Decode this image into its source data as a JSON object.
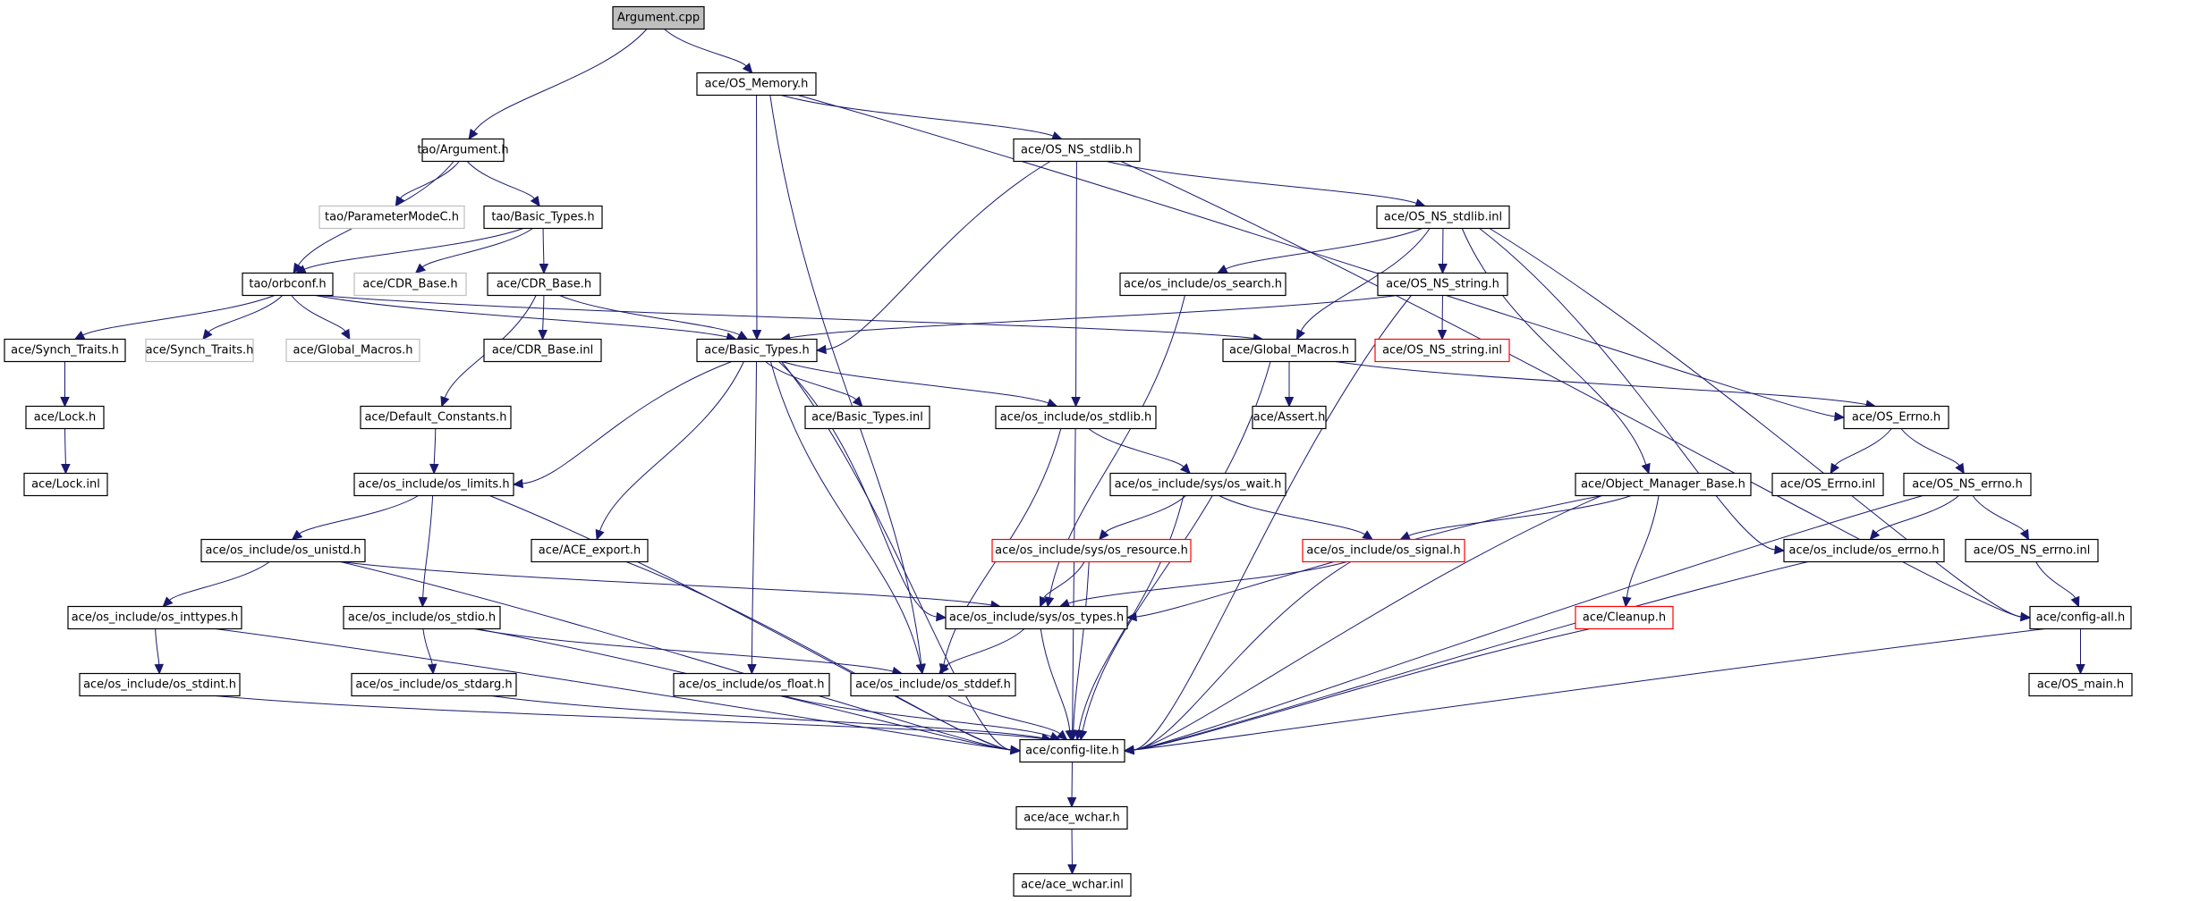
{
  "title": "Include dependency graph for Argument.cpp",
  "colors": {
    "edge": "#191970",
    "root_fill": "#bfbfbf",
    "border_default": "#000000",
    "border_external": "#bfbfbf",
    "border_missing": "#ff0000"
  },
  "nodes": [
    {
      "id": "argument_cpp",
      "label": "Argument.cpp",
      "kind": "root"
    },
    {
      "id": "os_memory_h",
      "label": "ace/OS_Memory.h",
      "kind": "normal"
    },
    {
      "id": "tao_argument_h",
      "label": "tao/Argument.h",
      "kind": "normal"
    },
    {
      "id": "os_ns_stdlib_h",
      "label": "ace/OS_NS_stdlib.h",
      "kind": "normal"
    },
    {
      "id": "tao_parametermodec_h",
      "label": "tao/ParameterModeC.h",
      "kind": "external"
    },
    {
      "id": "tao_basic_types_h",
      "label": "tao/Basic_Types.h",
      "kind": "normal"
    },
    {
      "id": "os_ns_stdlib_inl",
      "label": "ace/OS_NS_stdlib.inl",
      "kind": "normal"
    },
    {
      "id": "tao_orbconf_h",
      "label": "tao/orbconf.h",
      "kind": "normal"
    },
    {
      "id": "ace_cdr_base_h_ext",
      "label": "ace/CDR_Base.h",
      "kind": "external"
    },
    {
      "id": "ace_cdr_base_h",
      "label": "ace/CDR_Base.h",
      "kind": "normal"
    },
    {
      "id": "os_search_h",
      "label": "ace/os_include/os_search.h",
      "kind": "normal"
    },
    {
      "id": "os_ns_string_h",
      "label": "ace/OS_NS_string.h",
      "kind": "normal"
    },
    {
      "id": "synch_traits_h",
      "label": "ace/Synch_Traits.h",
      "kind": "normal"
    },
    {
      "id": "synch_traits_h_ext",
      "label": "ace/Synch_Traits.h",
      "kind": "external"
    },
    {
      "id": "global_macros_h_ext",
      "label": "ace/Global_Macros.h",
      "kind": "external"
    },
    {
      "id": "cdr_base_inl",
      "label": "ace/CDR_Base.inl",
      "kind": "normal"
    },
    {
      "id": "basic_types_h",
      "label": "ace/Basic_Types.h",
      "kind": "normal"
    },
    {
      "id": "global_macros_h",
      "label": "ace/Global_Macros.h",
      "kind": "normal"
    },
    {
      "id": "os_ns_string_inl",
      "label": "ace/OS_NS_string.inl",
      "kind": "missing"
    },
    {
      "id": "lock_h",
      "label": "ace/Lock.h",
      "kind": "normal"
    },
    {
      "id": "default_constants_h",
      "label": "ace/Default_Constants.h",
      "kind": "normal"
    },
    {
      "id": "basic_types_inl",
      "label": "ace/Basic_Types.inl",
      "kind": "normal"
    },
    {
      "id": "os_stdlib_h",
      "label": "ace/os_include/os_stdlib.h",
      "kind": "normal"
    },
    {
      "id": "assert_h",
      "label": "ace/Assert.h",
      "kind": "normal"
    },
    {
      "id": "os_errno_h_cap",
      "label": "ace/OS_Errno.h",
      "kind": "normal"
    },
    {
      "id": "lock_inl",
      "label": "ace/Lock.inl",
      "kind": "normal"
    },
    {
      "id": "os_limits_h",
      "label": "ace/os_include/os_limits.h",
      "kind": "normal"
    },
    {
      "id": "os_wait_h",
      "label": "ace/os_include/sys/os_wait.h",
      "kind": "normal"
    },
    {
      "id": "object_manager_base_h",
      "label": "ace/Object_Manager_Base.h",
      "kind": "normal"
    },
    {
      "id": "os_errno_inl",
      "label": "ace/OS_Errno.inl",
      "kind": "normal"
    },
    {
      "id": "os_ns_errno_h",
      "label": "ace/OS_NS_errno.h",
      "kind": "normal"
    },
    {
      "id": "os_unistd_h",
      "label": "ace/os_include/os_unistd.h",
      "kind": "normal"
    },
    {
      "id": "ace_export_h",
      "label": "ace/ACE_export.h",
      "kind": "normal"
    },
    {
      "id": "os_resource_h",
      "label": "ace/os_include/sys/os_resource.h",
      "kind": "missing"
    },
    {
      "id": "os_signal_h",
      "label": "ace/os_include/os_signal.h",
      "kind": "missing"
    },
    {
      "id": "os_errno_h",
      "label": "ace/os_include/os_errno.h",
      "kind": "normal"
    },
    {
      "id": "os_ns_errno_inl",
      "label": "ace/OS_NS_errno.inl",
      "kind": "normal"
    },
    {
      "id": "os_inttypes_h",
      "label": "ace/os_include/os_inttypes.h",
      "kind": "normal"
    },
    {
      "id": "os_stdio_h",
      "label": "ace/os_include/os_stdio.h",
      "kind": "normal"
    },
    {
      "id": "os_types_h",
      "label": "ace/os_include/sys/os_types.h",
      "kind": "normal"
    },
    {
      "id": "cleanup_h",
      "label": "ace/Cleanup.h",
      "kind": "missing"
    },
    {
      "id": "config_all_h",
      "label": "ace/config-all.h",
      "kind": "normal"
    },
    {
      "id": "os_stdint_h",
      "label": "ace/os_include/os_stdint.h",
      "kind": "normal"
    },
    {
      "id": "os_stdarg_h",
      "label": "ace/os_include/os_stdarg.h",
      "kind": "normal"
    },
    {
      "id": "os_float_h",
      "label": "ace/os_include/os_float.h",
      "kind": "normal"
    },
    {
      "id": "os_stddef_h",
      "label": "ace/os_include/os_stddef.h",
      "kind": "normal"
    },
    {
      "id": "os_main_h",
      "label": "ace/OS_main.h",
      "kind": "normal"
    },
    {
      "id": "config_lite_h",
      "label": "ace/config-lite.h",
      "kind": "normal"
    },
    {
      "id": "ace_wchar_h",
      "label": "ace/ace_wchar.h",
      "kind": "normal"
    },
    {
      "id": "ace_wchar_inl",
      "label": "ace/ace_wchar.inl",
      "kind": "normal"
    }
  ],
  "edges": [
    [
      "argument_cpp",
      "tao_argument_h"
    ],
    [
      "argument_cpp",
      "os_memory_h"
    ],
    [
      "os_memory_h",
      "os_ns_stdlib_h"
    ],
    [
      "os_memory_h",
      "basic_types_h"
    ],
    [
      "os_memory_h",
      "os_stddef_h"
    ],
    [
      "os_memory_h",
      "os_errno_h_cap"
    ],
    [
      "tao_argument_h",
      "tao_parametermodec_h"
    ],
    [
      "tao_argument_h",
      "tao_basic_types_h"
    ],
    [
      "tao_argument_h",
      "tao_orbconf_h"
    ],
    [
      "tao_basic_types_h",
      "tao_orbconf_h"
    ],
    [
      "tao_basic_types_h",
      "ace_cdr_base_h_ext"
    ],
    [
      "tao_basic_types_h",
      "ace_cdr_base_h"
    ],
    [
      "tao_orbconf_h",
      "synch_traits_h"
    ],
    [
      "tao_orbconf_h",
      "synch_traits_h_ext"
    ],
    [
      "tao_orbconf_h",
      "global_macros_h_ext"
    ],
    [
      "tao_orbconf_h",
      "basic_types_h"
    ],
    [
      "tao_orbconf_h",
      "global_macros_h"
    ],
    [
      "ace_cdr_base_h",
      "cdr_base_inl"
    ],
    [
      "ace_cdr_base_h",
      "basic_types_h"
    ],
    [
      "ace_cdr_base_h",
      "default_constants_h"
    ],
    [
      "synch_traits_h",
      "lock_h"
    ],
    [
      "lock_h",
      "lock_inl"
    ],
    [
      "default_constants_h",
      "os_limits_h"
    ],
    [
      "os_ns_stdlib_h",
      "os_ns_stdlib_inl"
    ],
    [
      "os_ns_stdlib_h",
      "basic_types_h"
    ],
    [
      "os_ns_stdlib_h",
      "os_stdlib_h"
    ],
    [
      "os_ns_stdlib_h",
      "config_all_h"
    ],
    [
      "os_ns_stdlib_inl",
      "os_search_h"
    ],
    [
      "os_ns_stdlib_inl",
      "os_ns_string_h"
    ],
    [
      "os_ns_stdlib_inl",
      "global_macros_h"
    ],
    [
      "os_ns_stdlib_inl",
      "object_manager_base_h"
    ],
    [
      "os_ns_stdlib_inl",
      "os_errno_h"
    ],
    [
      "os_ns_stdlib_inl",
      "config_all_h"
    ],
    [
      "os_ns_string_h",
      "os_ns_string_inl"
    ],
    [
      "os_ns_string_h",
      "basic_types_h"
    ],
    [
      "os_ns_string_h",
      "config_lite_h"
    ],
    [
      "os_search_h",
      "os_types_h"
    ],
    [
      "global_macros_h",
      "assert_h"
    ],
    [
      "global_macros_h",
      "os_errno_h_cap"
    ],
    [
      "global_macros_h",
      "config_lite_h"
    ],
    [
      "basic_types_h",
      "basic_types_inl"
    ],
    [
      "basic_types_h",
      "os_stdlib_h"
    ],
    [
      "basic_types_h",
      "os_limits_h"
    ],
    [
      "basic_types_h",
      "ace_export_h"
    ],
    [
      "basic_types_h",
      "os_float_h"
    ],
    [
      "basic_types_h",
      "os_stddef_h"
    ],
    [
      "basic_types_h",
      "os_types_h"
    ],
    [
      "basic_types_h",
      "config_lite_h"
    ],
    [
      "os_stdlib_h",
      "os_wait_h"
    ],
    [
      "os_stdlib_h",
      "os_stddef_h"
    ],
    [
      "os_stdlib_h",
      "config_lite_h"
    ],
    [
      "os_wait_h",
      "os_resource_h"
    ],
    [
      "os_wait_h",
      "os_signal_h"
    ],
    [
      "os_wait_h",
      "config_lite_h"
    ],
    [
      "os_resource_h",
      "os_types_h"
    ],
    [
      "os_resource_h",
      "config_lite_h"
    ],
    [
      "os_signal_h",
      "os_types_h"
    ],
    [
      "os_signal_h",
      "config_lite_h"
    ],
    [
      "object_manager_base_h",
      "os_signal_h"
    ],
    [
      "object_manager_base_h",
      "os_types_h"
    ],
    [
      "object_manager_base_h",
      "cleanup_h"
    ],
    [
      "object_manager_base_h",
      "config_lite_h"
    ],
    [
      "cleanup_h",
      "config_lite_h"
    ],
    [
      "os_errno_h_cap",
      "os_errno_inl"
    ],
    [
      "os_errno_h_cap",
      "os_ns_errno_h"
    ],
    [
      "os_ns_errno_h",
      "os_errno_h"
    ],
    [
      "os_ns_errno_h",
      "os_ns_errno_inl"
    ],
    [
      "os_ns_errno_h",
      "config_lite_h"
    ],
    [
      "os_ns_errno_inl",
      "config_all_h"
    ],
    [
      "os_errno_h",
      "config_lite_h"
    ],
    [
      "config_all_h",
      "os_main_h"
    ],
    [
      "config_all_h",
      "config_lite_h"
    ],
    [
      "os_limits_h",
      "os_unistd_h"
    ],
    [
      "os_limits_h",
      "os_stdio_h"
    ],
    [
      "os_limits_h",
      "config_lite_h"
    ],
    [
      "os_unistd_h",
      "os_inttypes_h"
    ],
    [
      "os_unistd_h",
      "os_types_h"
    ],
    [
      "os_unistd_h",
      "config_lite_h"
    ],
    [
      "os_inttypes_h",
      "os_stdint_h"
    ],
    [
      "os_inttypes_h",
      "config_lite_h"
    ],
    [
      "os_stdio_h",
      "os_stdarg_h"
    ],
    [
      "os_stdio_h",
      "os_stddef_h"
    ],
    [
      "os_stdio_h",
      "config_lite_h"
    ],
    [
      "os_stdint_h",
      "config_lite_h"
    ],
    [
      "os_stdarg_h",
      "config_lite_h"
    ],
    [
      "ace_export_h",
      "config_lite_h"
    ],
    [
      "os_float_h",
      "config_lite_h"
    ],
    [
      "os_stddef_h",
      "config_lite_h"
    ],
    [
      "os_types_h",
      "os_stddef_h"
    ],
    [
      "os_types_h",
      "config_lite_h"
    ],
    [
      "config_lite_h",
      "ace_wchar_h"
    ],
    [
      "ace_wchar_h",
      "ace_wchar_inl"
    ]
  ]
}
